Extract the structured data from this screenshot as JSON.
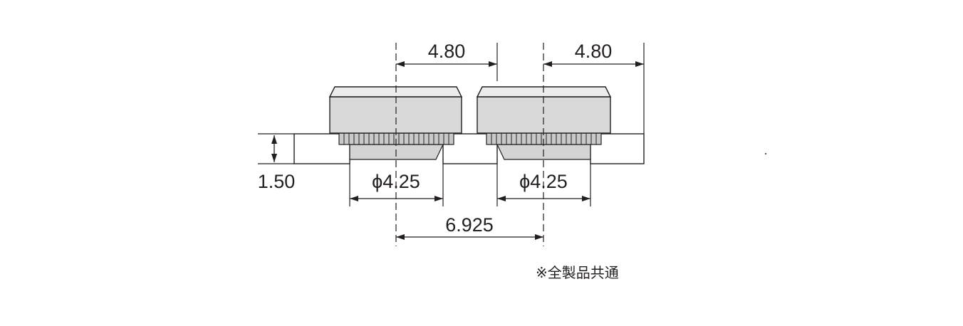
{
  "drawing": {
    "dimensions": {
      "pitch_left": "4.80",
      "pitch_right": "4.80",
      "thickness": "1.50",
      "hole_dia_left": "ϕ4.25",
      "hole_dia_right": "ϕ4.25",
      "center_distance": "6.925"
    },
    "note": "※全製品共通"
  },
  "colors": {
    "line": "#231f20",
    "cap_fill": "#d9d9d9",
    "knurl_fill": "#c9c9c9"
  }
}
